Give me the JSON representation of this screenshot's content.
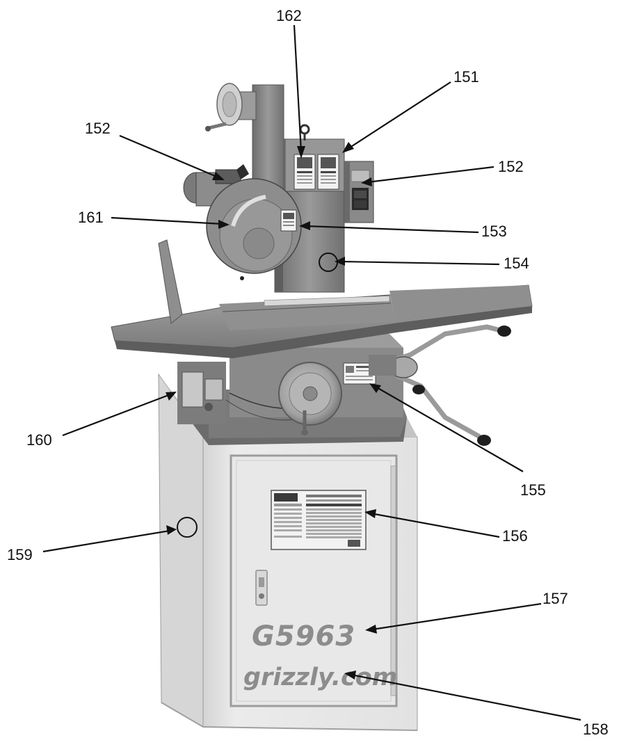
{
  "door": {
    "model": "G5963",
    "website": "grizzly.com"
  },
  "colors": {
    "cabinet": "#e6e6e6",
    "cabinet_shadow": "#cfcfcf",
    "machine_gray": "#8a8a8a",
    "machine_dark": "#5e5e5e",
    "door_text": "#8c8c8c",
    "line": "#111111"
  },
  "callouts": [
    {
      "id": "151",
      "label": "151"
    },
    {
      "id": "152a",
      "label": "152"
    },
    {
      "id": "152b",
      "label": "152"
    },
    {
      "id": "153",
      "label": "153"
    },
    {
      "id": "154",
      "label": "154"
    },
    {
      "id": "155",
      "label": "155"
    },
    {
      "id": "156",
      "label": "156"
    },
    {
      "id": "157",
      "label": "157"
    },
    {
      "id": "158",
      "label": "158"
    },
    {
      "id": "159",
      "label": "159"
    },
    {
      "id": "160",
      "label": "160"
    },
    {
      "id": "161",
      "label": "161"
    },
    {
      "id": "162",
      "label": "162"
    }
  ]
}
